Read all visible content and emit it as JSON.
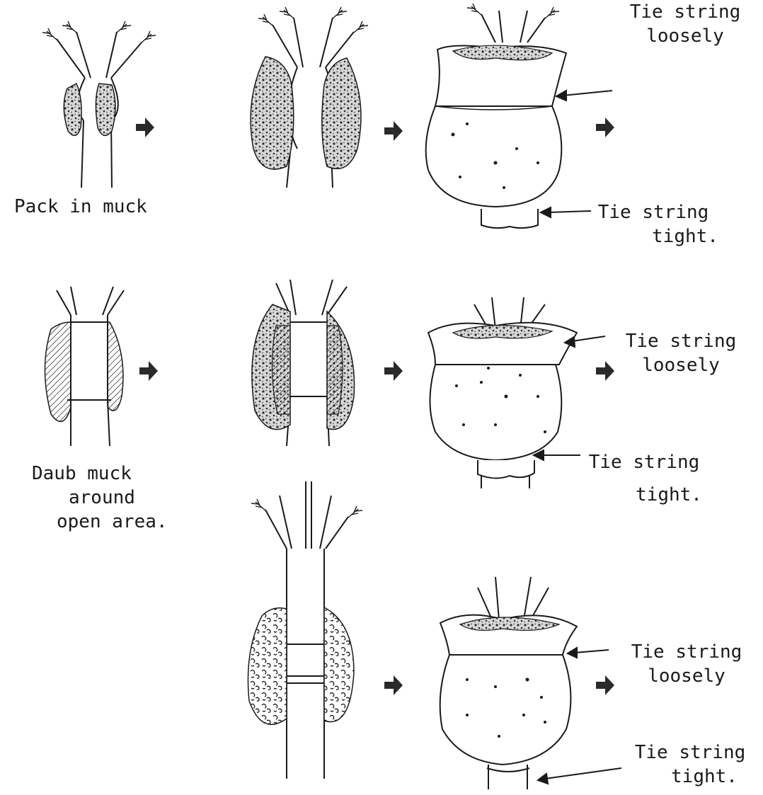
{
  "rows": [
    {
      "caption": [
        "Pack in muck"
      ],
      "callouts": [
        {
          "lines": [
            "Tie string",
            "loosely"
          ]
        },
        {
          "lines": [
            "Tie string",
            "tight."
          ]
        }
      ]
    },
    {
      "caption": [
        "Daub muck",
        "around",
        "open area."
      ],
      "callouts": [
        {
          "lines": [
            "Tie string",
            "loosely"
          ]
        },
        {
          "lines": [
            "Tie string",
            "tight."
          ]
        }
      ]
    },
    {
      "caption": [],
      "callouts": [
        {
          "lines": [
            "Tie string",
            "loosely"
          ]
        },
        {
          "lines": [
            "Tie string",
            "tight."
          ]
        }
      ]
    }
  ],
  "icons": [
    "arrow-right-icon",
    "arrow-left-icon"
  ],
  "colors": {
    "ink": "#1a1a1a",
    "muck": "#3a3a3a",
    "paper": "#ffffff"
  }
}
